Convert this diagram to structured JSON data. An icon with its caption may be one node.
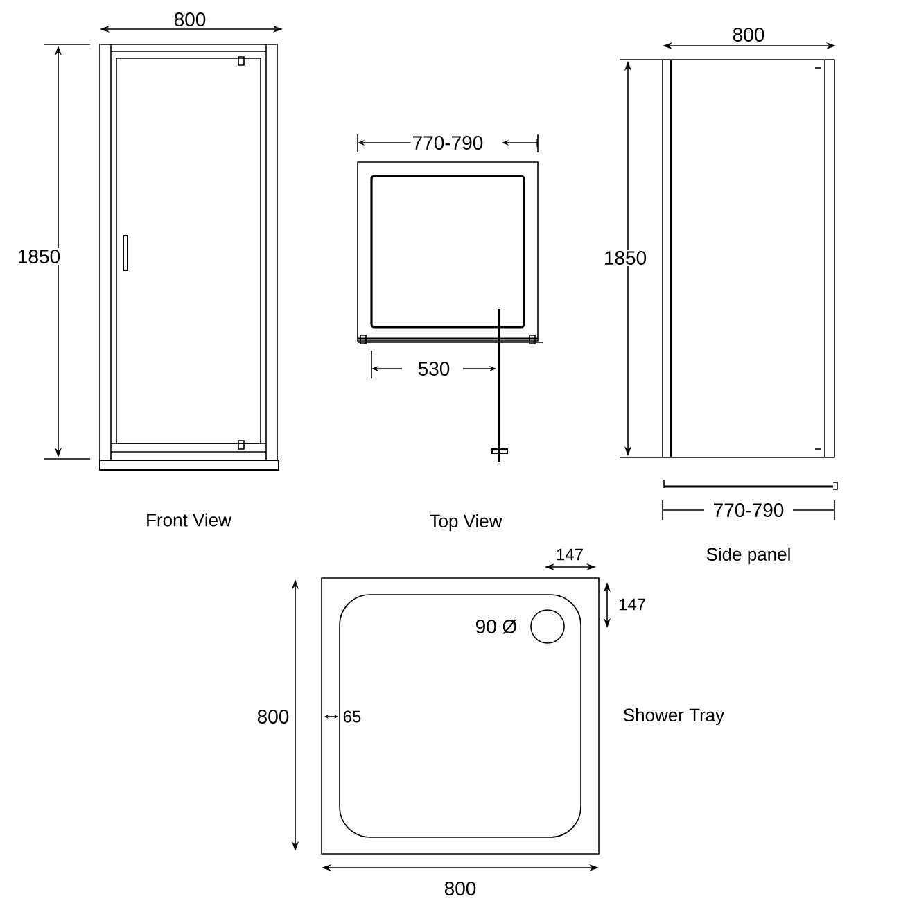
{
  "diagram": {
    "labels": [
      "800",
      "800",
      "1850",
      "770-790",
      "1850",
      "530",
      "770-790",
      "Front View",
      "Top View",
      "Side panel",
      "147",
      "147",
      "90 Ø",
      "800",
      "65",
      "Shower Tray",
      "800"
    ]
  }
}
